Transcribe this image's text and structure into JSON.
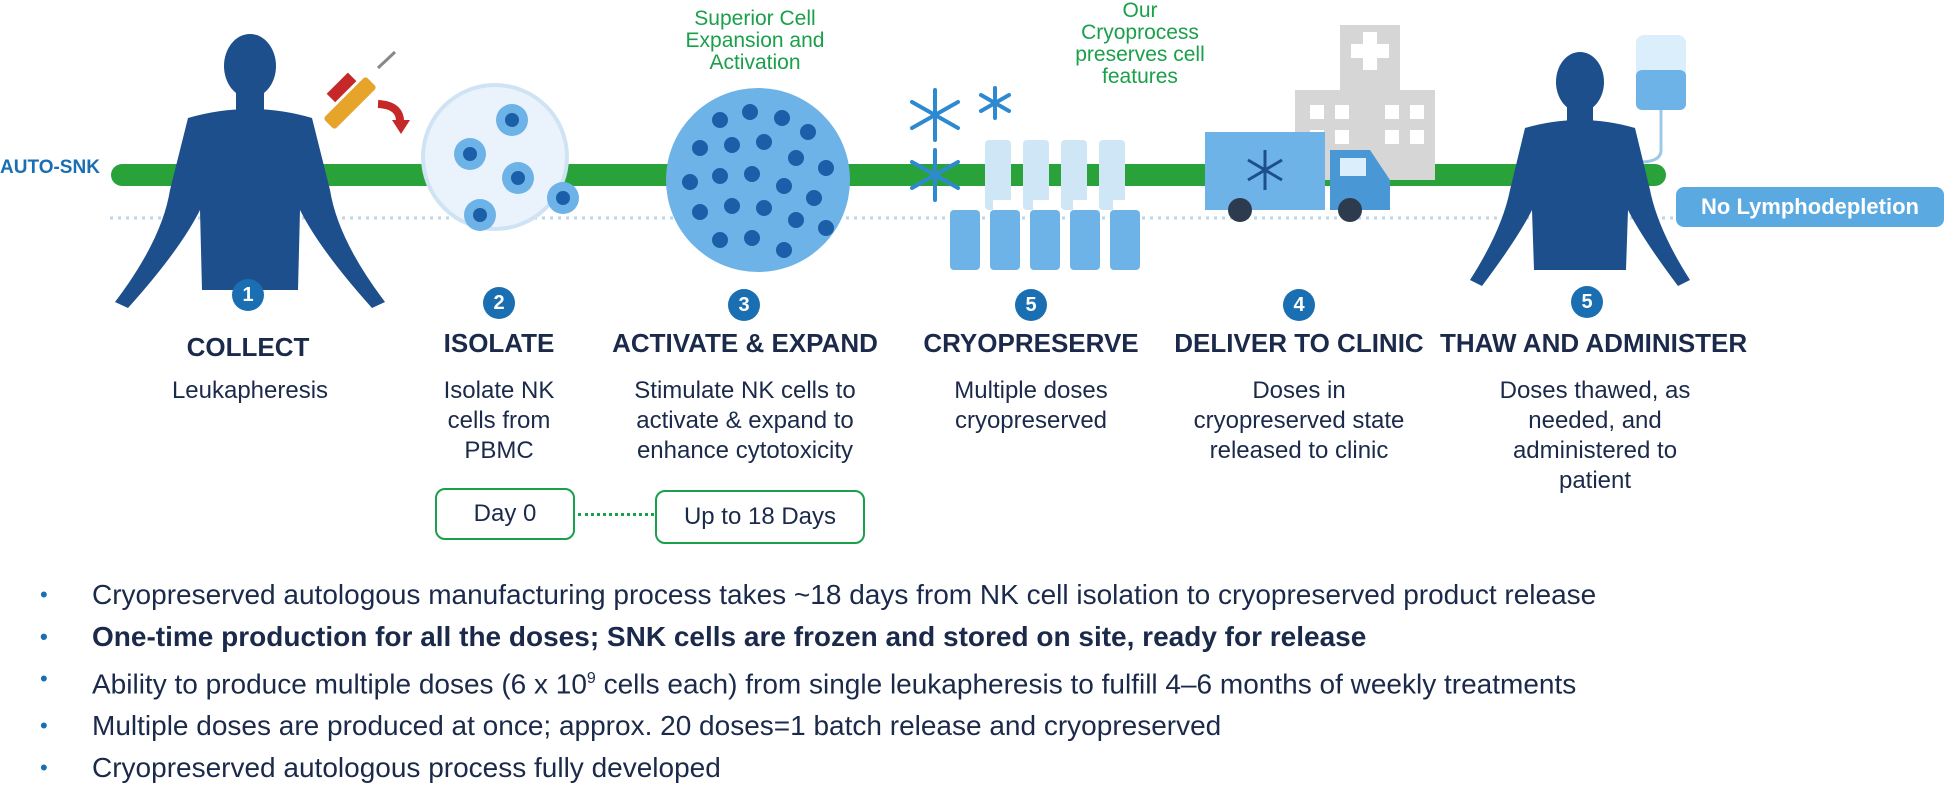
{
  "timeline": {
    "label": "AUTO-SNK",
    "end_badge": "No Lymphodepletion"
  },
  "notes": {
    "expansion": [
      "Superior Cell",
      "Expansion and",
      "Activation"
    ],
    "cryo": [
      "Our",
      "Cryoprocess",
      "preserves cell",
      "features"
    ]
  },
  "steps": [
    {
      "number": "1",
      "title": "COLLECT",
      "desc": [
        "Leukapheresis"
      ]
    },
    {
      "number": "2",
      "title": "ISOLATE",
      "desc": [
        "Isolate NK",
        "cells from",
        "PBMC"
      ]
    },
    {
      "number": "3",
      "title": "ACTIVATE & EXPAND",
      "desc": [
        "Stimulate NK cells to",
        "activate & expand to",
        "enhance cytotoxicity"
      ]
    },
    {
      "number": "5",
      "title": "CRYOPRESERVE",
      "desc": [
        "Multiple doses",
        "cryopreserved"
      ]
    },
    {
      "number": "4",
      "title": "DELIVER TO CLINIC",
      "desc": [
        "Doses in",
        "cryopreserved state",
        "released to clinic"
      ]
    },
    {
      "number": "5",
      "title": "THAW AND ADMINISTER",
      "desc": [
        "Doses thawed, as",
        "needed, and",
        "administered to",
        "patient"
      ]
    }
  ],
  "days": {
    "start": "Day 0",
    "end": "Up to 18 Days"
  },
  "bullets": [
    {
      "text": "Cryopreserved autologous manufacturing process takes ~18 days from NK cell isolation to cryopreserved product release",
      "bold": false
    },
    {
      "text": "One-time production for all the doses; SNK cells are frozen and stored on site, ready for release",
      "bold": true
    },
    {
      "text_before": "Ability to produce multiple doses (6 x 10",
      "sup": "9",
      "text_after": " cells each) from single leukapheresis to fulfill 4–6 months of weekly treatments",
      "bold": false
    },
    {
      "text": "Multiple doses are produced at once; approx. 20 doses=1 batch release and cryopreserved",
      "bold": false
    },
    {
      "text": "Cryopreserved autologous process fully developed",
      "bold": false
    }
  ],
  "bullet_marker": "•",
  "colors": {
    "navy": "#1b2a4a",
    "blue": "#1a6fb3",
    "green_line": "#2aa23a",
    "light_blue": "#5aa9e0",
    "note_green": "#1aa04a"
  }
}
